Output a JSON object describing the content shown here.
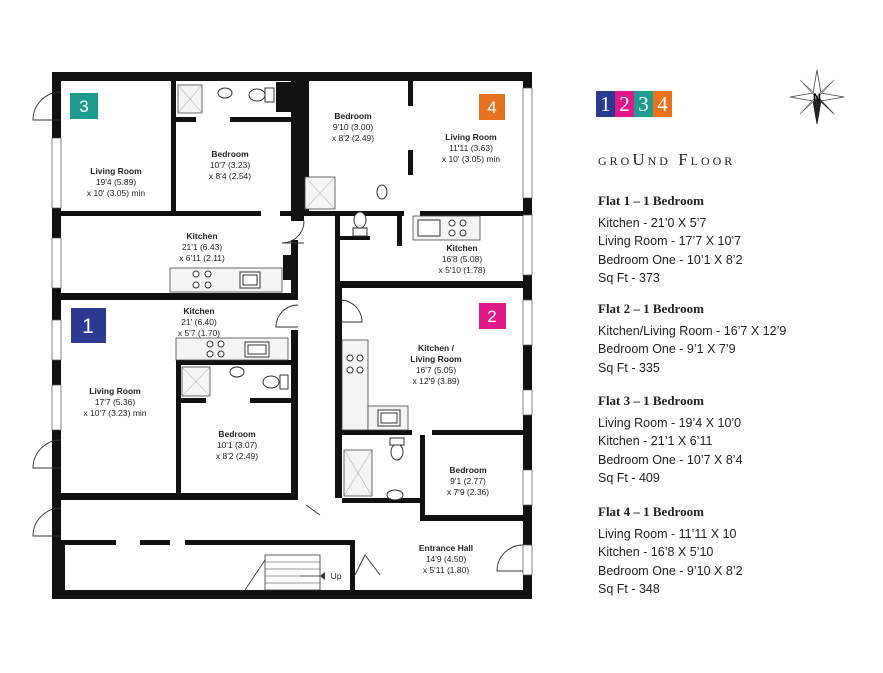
{
  "badges": [
    {
      "num": "1",
      "color": "#2b3990"
    },
    {
      "num": "2",
      "color": "#e0198a"
    },
    {
      "num": "3",
      "color": "#1f9a8f"
    },
    {
      "num": "4",
      "color": "#e8731e"
    }
  ],
  "legend": [
    {
      "num": "1",
      "color": "#2b3990"
    },
    {
      "num": "2",
      "color": "#e0198a"
    },
    {
      "num": "3",
      "color": "#1f9a8f"
    },
    {
      "num": "4",
      "color": "#e8731e"
    }
  ],
  "compass_letter": "N",
  "floor_title": "groUnd Floor",
  "rooms": {
    "flat3_bedroom": {
      "name": "Bedroom",
      "dim1": "10'7 (3.23)",
      "dim2": "x 8'4 (2.54)"
    },
    "flat3_living": {
      "name": "Living Room",
      "dim1": "19'4 (5.89)",
      "dim2": "x 10' (3.05) min"
    },
    "flat3_kitchen": {
      "name": "Kitchen",
      "dim1": "21'1 (6.43)",
      "dim2": "x 6'11 (2.11)"
    },
    "flat4_bedroom": {
      "name": "Bedroom",
      "dim1": "9'10 (3.00)",
      "dim2": "x 8'2 (2.49)"
    },
    "flat4_living": {
      "name": "Living Room",
      "dim1": "11'11 (3.63)",
      "dim2": "x 10' (3.05) min"
    },
    "flat4_kitchen": {
      "name": "Kitchen",
      "dim1": "16'8 (5.08)",
      "dim2": "x 5'10 (1.78)"
    },
    "flat1_kitchen": {
      "name": "Kitchen",
      "dim1": "21' (6.40)",
      "dim2": "x 5'7 (1.70)"
    },
    "flat1_living": {
      "name": "Living Room",
      "dim1": "17'7 (5.36)",
      "dim2": "x 10'7 (3.23) min"
    },
    "flat1_bedroom": {
      "name": "Bedroom",
      "dim1": "10'1 (3.07)",
      "dim2": "x 8'2 (2.49)"
    },
    "flat2_kitchen_living": {
      "name1": "Kitchen /",
      "name2": "Living Room",
      "dim1": "16'7 (5.05)",
      "dim2": "x 12'9 (3.89)"
    },
    "flat2_bedroom": {
      "name": "Bedroom",
      "dim1": "9'1 (2.77)",
      "dim2": "x 7'9 (2.36)"
    },
    "entrance_hall": {
      "name": "Entrance Hall",
      "dim1": "14'9 (4.50)",
      "dim2": "x 5'11 (1.80)"
    },
    "stairs_label": "Up"
  },
  "flats": [
    {
      "title": "Flat 1 – 1 Bedroom",
      "lines": [
        "Kitchen - 21’0 X 5’7",
        "Living Room - 17’7 X 10’7",
        "Bedroom One - 10’1 X 8’2",
        "Sq Ft - 373"
      ]
    },
    {
      "title": "Flat 2 – 1 Bedroom",
      "lines": [
        "Kitchen/Living Room - 16’7 X 12’9",
        "Bedroom One - 9’1 X 7’9",
        "Sq Ft - 335"
      ]
    },
    {
      "title": "Flat 3 – 1 Bedroom",
      "lines": [
        "Living Room - 19’4 X 10’0",
        "Kitchen - 21’1 X 6’11",
        "Bedroom One - 10’7 X 8’4",
        "Sq Ft - 409"
      ]
    },
    {
      "title": "Flat 4 – 1 Bedroom",
      "lines": [
        "Living Room - 11’11 X 10",
        "Kitchen - 16’8 X 5’10",
        "Bedroom One - 9’10 X 8’2",
        "Sq Ft - 348"
      ]
    }
  ]
}
